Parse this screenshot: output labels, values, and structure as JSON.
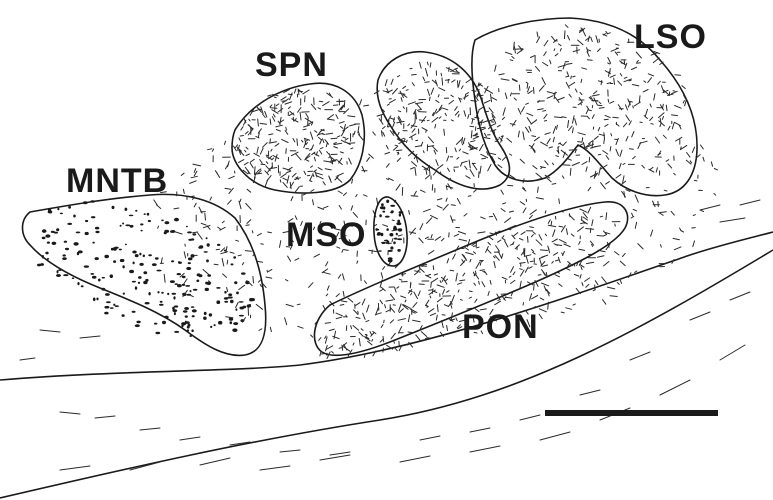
{
  "labels": {
    "spn": "SPN",
    "lso": "LSO",
    "mntb": "MNTB",
    "mso": "MSO",
    "pon": "PON"
  },
  "colors": {
    "ink": "#1a1a1a",
    "background": "#ffffff"
  }
}
